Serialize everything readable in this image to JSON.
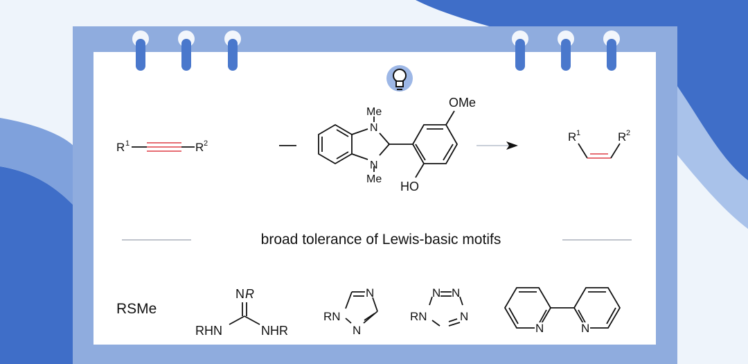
{
  "colors": {
    "background_dark": "#3f6ec8",
    "background_light": "#eef4fb",
    "board": "#8facde",
    "paper": "#ffffff",
    "alkyne_accent": "#e2585f",
    "bulb_halo": "#9db7e6"
  },
  "icons": {
    "idea": "lightbulb-icon",
    "reaction": "arrow-right-icon"
  },
  "scheme": {
    "r1": "R",
    "r1_sup": "1",
    "r2": "R",
    "r2_sup": "2",
    "reagent_me_top": "Me",
    "reagent_me_bottom": "Me",
    "reagent_n": "N",
    "reagent_ome": "OMe",
    "reagent_ho": "HO"
  },
  "section_title": "broad tolerance of Lewis-basic motifs",
  "motifs": {
    "rsme": "RSMe",
    "guanidine_nr_n": "N",
    "guanidine_nr_r": "R",
    "guanidine_left": "RHN",
    "guanidine_right": "NHR",
    "triazole_rn": "RN",
    "triazole_n": "N",
    "tetrazole_rn": "RN",
    "tetrazole_n": "N",
    "bipyridine_n": "N"
  }
}
